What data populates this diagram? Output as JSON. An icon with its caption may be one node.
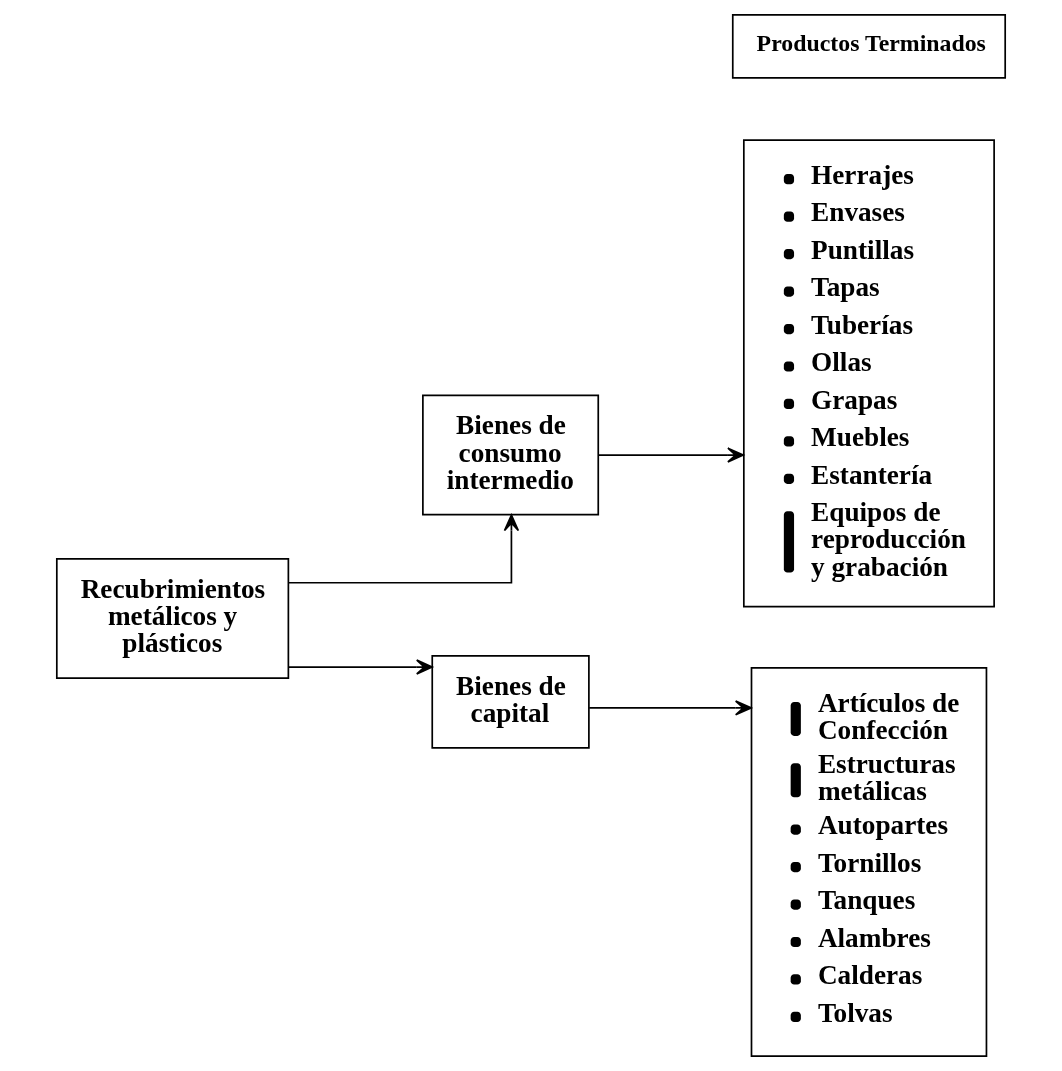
{
  "diagram": {
    "nodes": [
      {
        "text": [
          "Recubrimientos metálicos y plásticos"
        ]
      },
      {
        "text": [
          "Bienes de consumo intermedio"
        ]
      },
      {
        "text": [
          "Bienes de capital"
        ]
      },
      {
        "text": [
          "Productos Terminados"
        ]
      },
      {
        "text": [
          "Herrajes",
          "Envases",
          "Puntillas",
          "Tapas",
          "Tuberías",
          "Ollas",
          "Grapas",
          "Muebles",
          "Estantería",
          "Equipos de reproducción y grabación"
        ]
      },
      {
        "text": [
          "Artículos de Confección",
          "Estructuras metálicas",
          "Autopartes",
          "Tornillos",
          "Tanques",
          "Alambres",
          "Calderas",
          "Tolvas"
        ]
      }
    ],
    "edges": [
      {
        "from": 0,
        "to": 1,
        "arrow": "to"
      },
      {
        "from": 0,
        "to": 2,
        "arrow": "to"
      },
      {
        "from": 1,
        "to": 4,
        "arrow": "to"
      },
      {
        "from": 2,
        "to": 5,
        "arrow": "to"
      }
    ]
  }
}
